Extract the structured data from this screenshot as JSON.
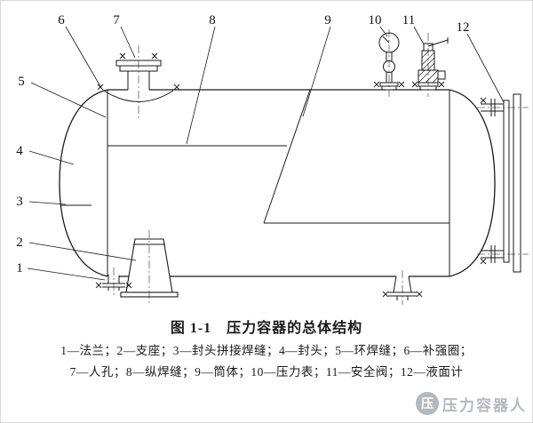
{
  "figure": {
    "callouts": [
      "1",
      "2",
      "3",
      "4",
      "5",
      "6",
      "7",
      "8",
      "9",
      "10",
      "11",
      "12"
    ],
    "caption": "图 1-1　压力容器的总体结构",
    "legend": {
      "line1": "1—法兰；2—支座；3—封头拼接焊缝；4—封头；5—环焊缝；6—补强圈；",
      "line2": "7—人孔；8—纵焊缝；9—筒体；10—压力表；11—安全阀；12—液面计"
    },
    "watermark": {
      "badge": "压",
      "text": "压力容器人"
    }
  }
}
